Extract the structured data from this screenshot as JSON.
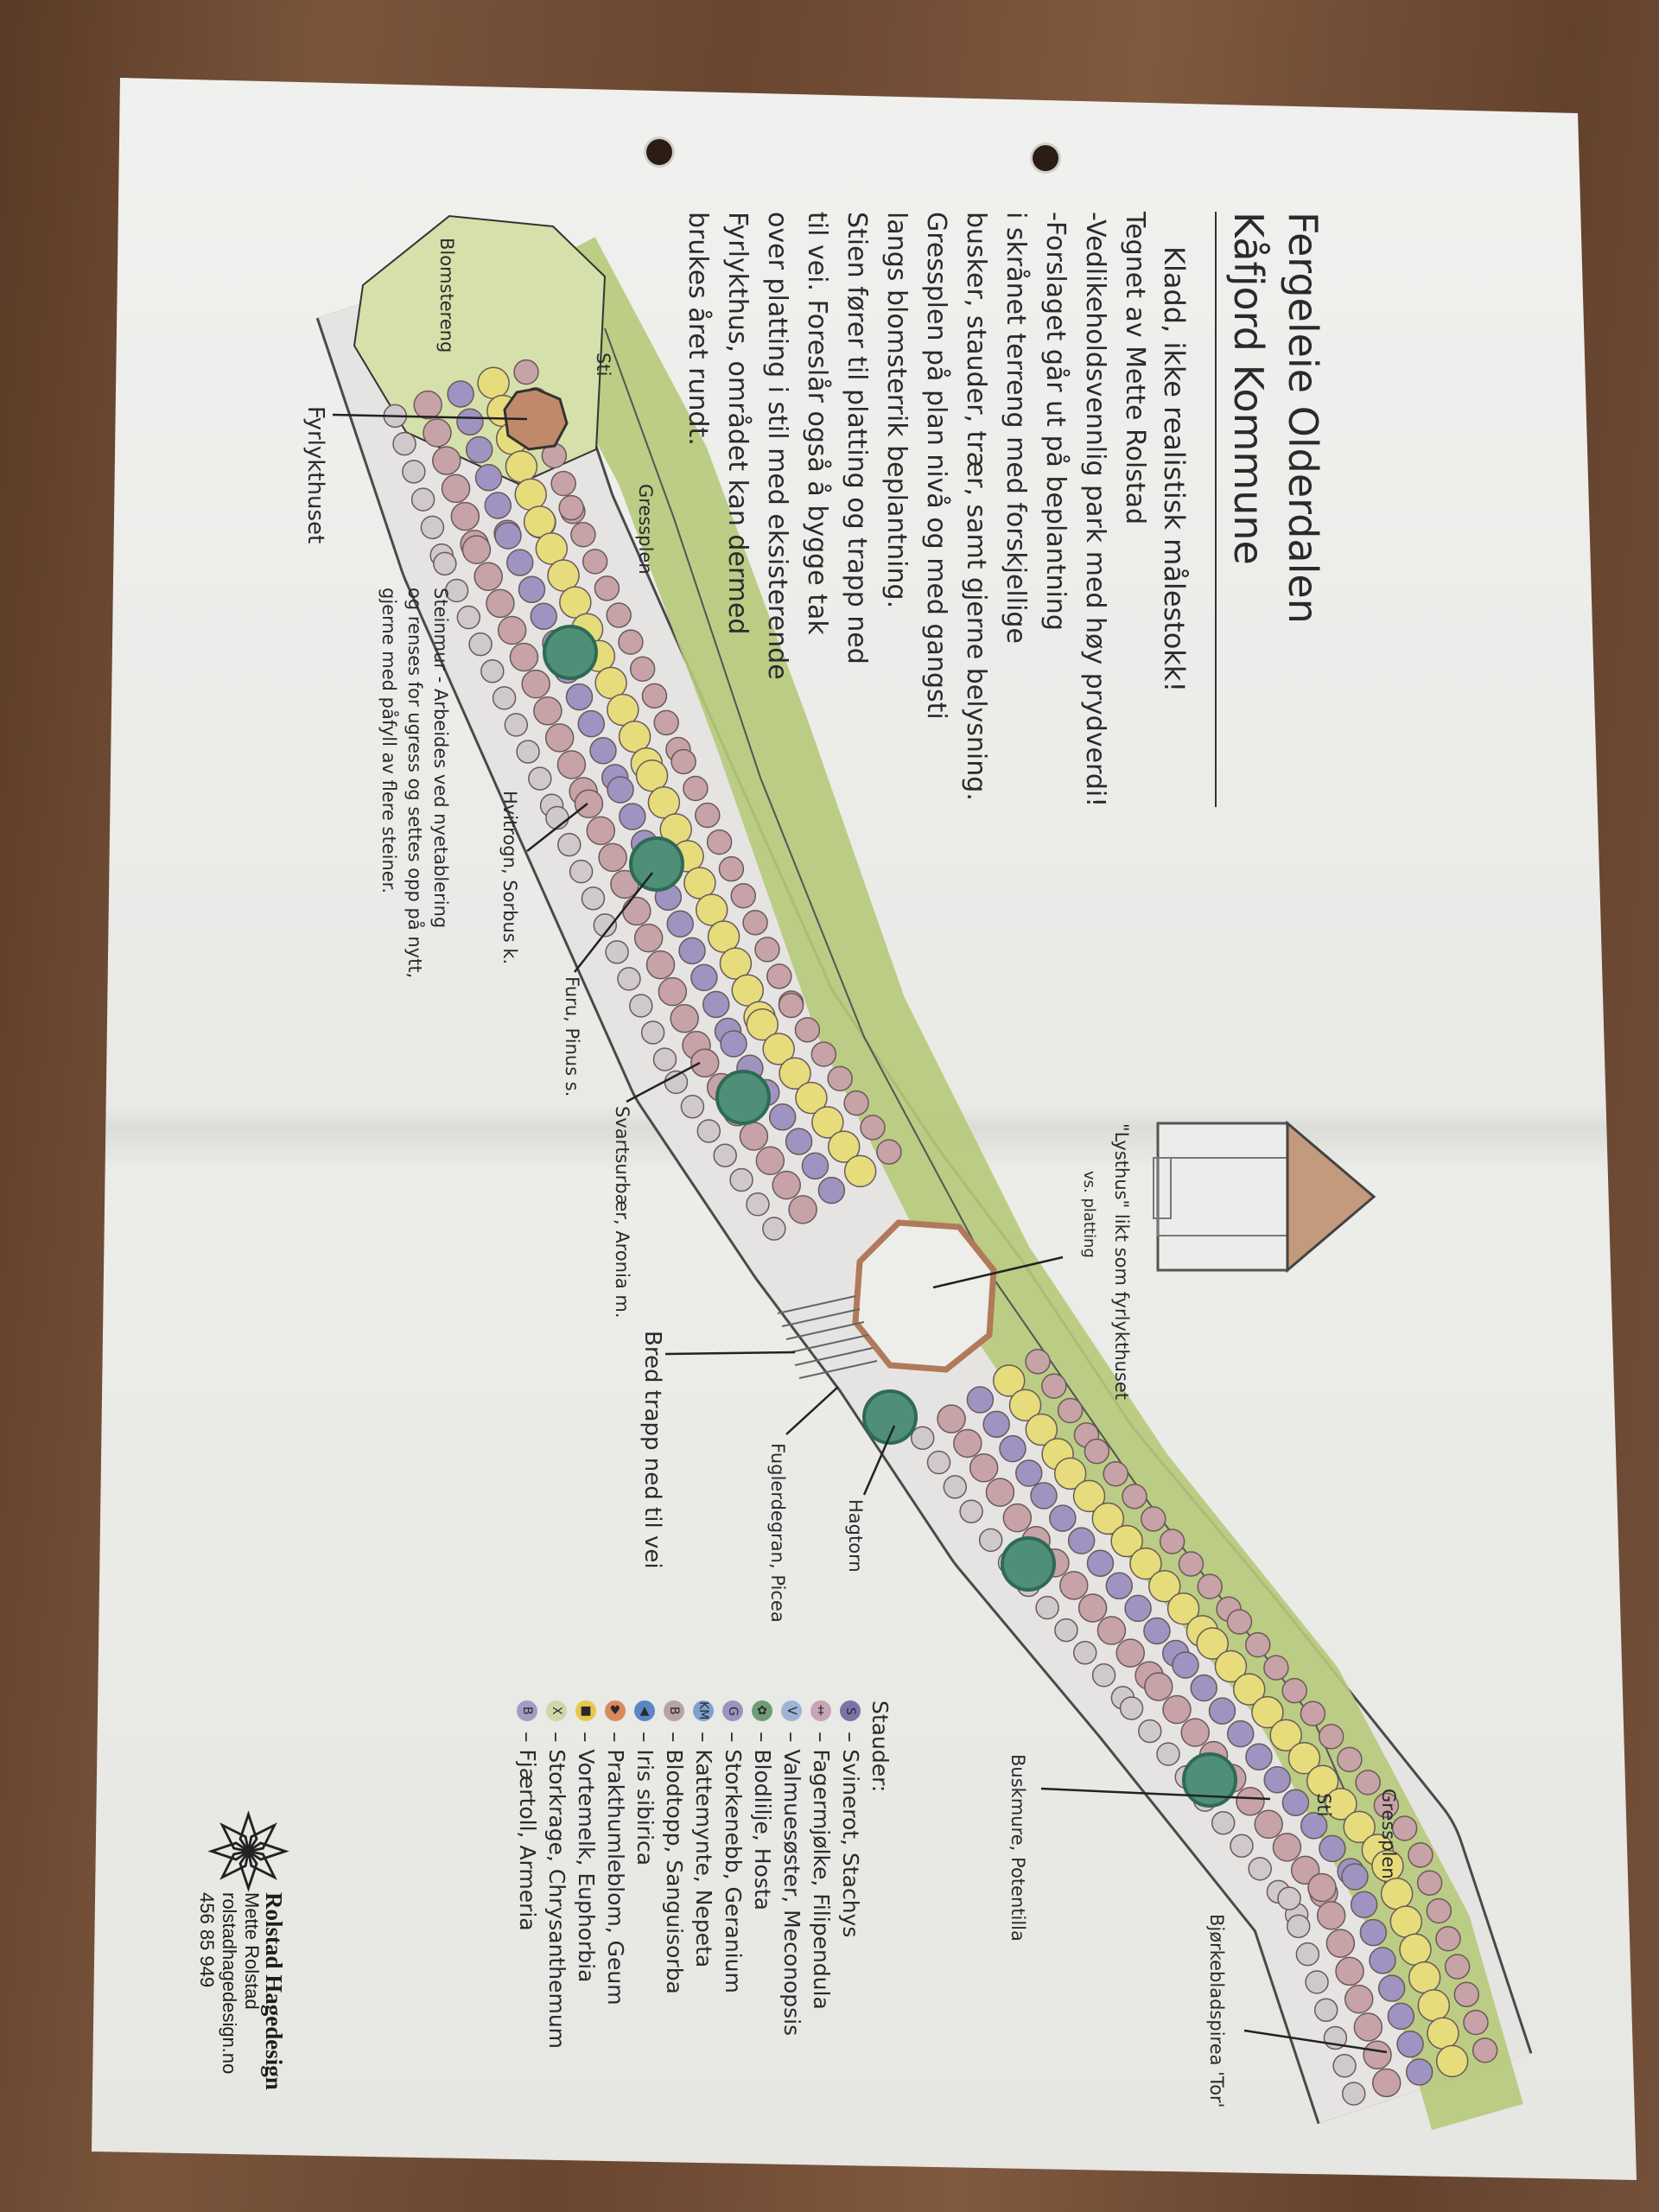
{
  "title": {
    "line1": "Fergeleie Olderdalen",
    "line2": "Kåfjord Kommune",
    "note": "Kladd, ikke realistisk målestokk!",
    "author": "Tegnet av Mette Rolstad"
  },
  "description": [
    "-Vedlikeholdsvennlig park med høy prydverdi!",
    "-Forslaget går ut på beplantning",
    "i skrånet terreng med forskjellige",
    "busker, stauder, trær, samt gjerne belysning.",
    "Gressplen på plan nivå og med gangsti",
    "langs blomsterrik beplantning.",
    "Stien fører til platting og trapp ned",
    "til vei. Foreslår også å bygge tak",
    "over platting i stil med eksisterende",
    "Fyrlykthus, området kan dermed",
    "brukes året rundt."
  ],
  "labels": {
    "lighthouse": "Fyrlykthuset",
    "meadow": "Blomstereng",
    "lawn_top": "Gressplen",
    "lawn_bottom": "Gressplen",
    "path_top": "Sti",
    "path_bottom": "Sti",
    "stonewall_1": "Steinmur - Arbeides ved nyetablering",
    "stonewall_2": "og renses for ugress og settes opp på nytt,",
    "stonewall_3": "gjerne med påfyll av flere steiner.",
    "hvitrogn": "Hvitrogn, Sorbus k.",
    "furu": "Furu, Pinus s.",
    "svartsurbaer": "Svartsurbær, Aronia m.",
    "lysthus": "\"Lysthus\" likt som fyrlykthuset",
    "platting": "vs. platting",
    "trapp": "Bred trapp ned til vei",
    "fuglerdegran": "Fuglerdegran, Picea",
    "hagtorn": "Hagtorn",
    "buskmure": "Buskmure, Potentilla",
    "spirea": "Bjørkebladspirea 'Tor'"
  },
  "legend": {
    "heading": "Stauder:",
    "items": [
      {
        "symbol": "S",
        "label": "Svinerot, Stachys",
        "color": "#7d72a8"
      },
      {
        "symbol": "‡",
        "label": "Fagermjølke, Filipendula",
        "color": "#c9a3b6"
      },
      {
        "symbol": "V",
        "label": "Valmuesøster, Meconopsis",
        "color": "#9fb3d6"
      },
      {
        "symbol": "✿",
        "label": "Blodlilje, Hosta",
        "color": "#6f9c78"
      },
      {
        "symbol": "G",
        "label": "Storkenebb, Geranium",
        "color": "#9b93c0"
      },
      {
        "symbol": "KM",
        "label": "Kattemynte, Nepeta",
        "color": "#7f9fcf"
      },
      {
        "symbol": "B",
        "label": "Blodtopp, Sanguisorba",
        "color": "#b7a2a6"
      },
      {
        "symbol": "▲",
        "label": "Iris sibirica",
        "color": "#5b86c6"
      },
      {
        "symbol": "♥",
        "label": "Prakthumleblom, Geum",
        "color": "#d98a5a"
      },
      {
        "symbol": "■",
        "label": "Vortemelk, Euphorbia",
        "color": "#e5c94a"
      },
      {
        "symbol": "X",
        "label": "Storkrage, Chrysanthemum",
        "color": "#cfd8a8"
      },
      {
        "symbol": "B",
        "label": "Fjærtoll, Armeria",
        "color": "#a39bc4"
      }
    ]
  },
  "logo": {
    "company": "Rolstad Hagedesign",
    "name": "Mette Rolstad",
    "web": "rolstadhagedesign.no",
    "phone": "456 85 949"
  },
  "colors": {
    "grass": "#b6c97a",
    "meadow": "#d6e0aa",
    "yellow_shrub": "#e6dc7c",
    "pink_shrub": "#c7a2a6",
    "purple_perennial": "#9f93c2",
    "tree": "#4f8f78",
    "wood": "#c08a6a"
  }
}
